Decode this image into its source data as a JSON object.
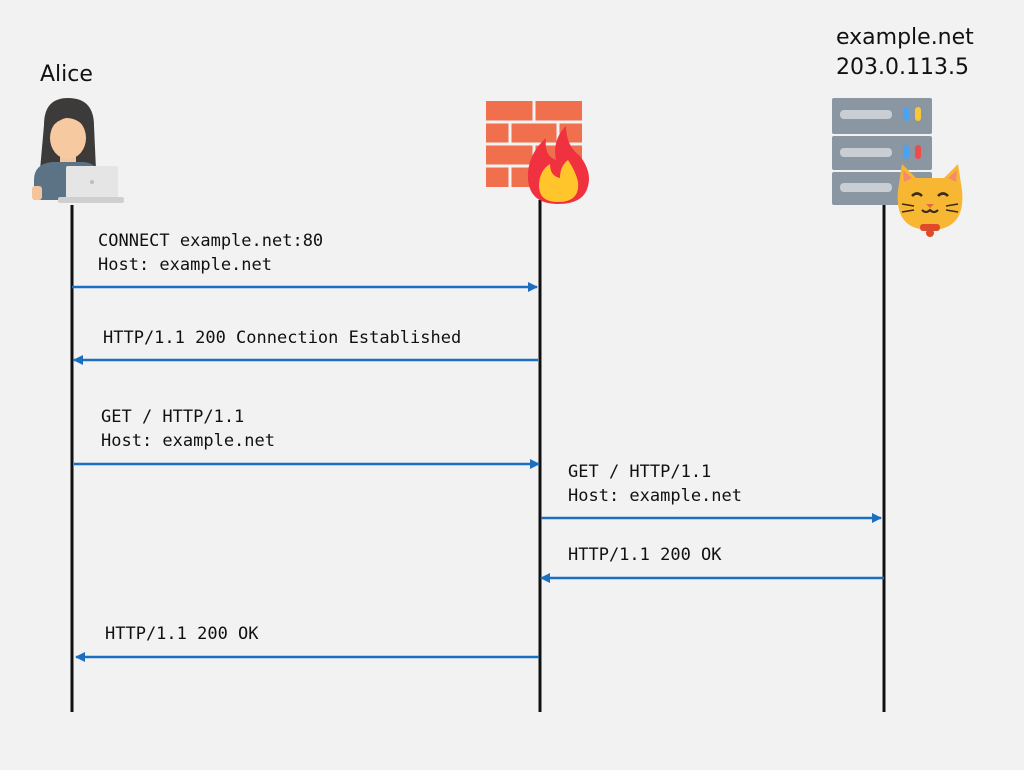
{
  "actors": {
    "alice": {
      "name": "Alice",
      "icon": "person-with-laptop-icon"
    },
    "proxy": {
      "icon": "firewall-icon"
    },
    "server": {
      "host": "example.net",
      "ip": "203.0.113.5",
      "icon": "server-with-cat-icon"
    }
  },
  "messages": [
    {
      "from": "alice",
      "to": "proxy",
      "lines": [
        "CONNECT example.net:80",
        "Host: example.net"
      ]
    },
    {
      "from": "proxy",
      "to": "alice",
      "lines": [
        "HTTP/1.1 200 Connection Established"
      ]
    },
    {
      "from": "alice",
      "to": "proxy",
      "lines": [
        "GET / HTTP/1.1",
        "Host: example.net"
      ]
    },
    {
      "from": "proxy",
      "to": "server",
      "lines": [
        "GET / HTTP/1.1",
        "Host: example.net"
      ]
    },
    {
      "from": "server",
      "to": "proxy",
      "lines": [
        "HTTP/1.1 200 OK"
      ]
    },
    {
      "from": "proxy",
      "to": "alice",
      "lines": [
        "HTTP/1.1 200 OK"
      ]
    }
  ],
  "colors": {
    "arrow": "#1a6fc0",
    "lifeline": "#111111",
    "background": "#f2f2f2"
  }
}
